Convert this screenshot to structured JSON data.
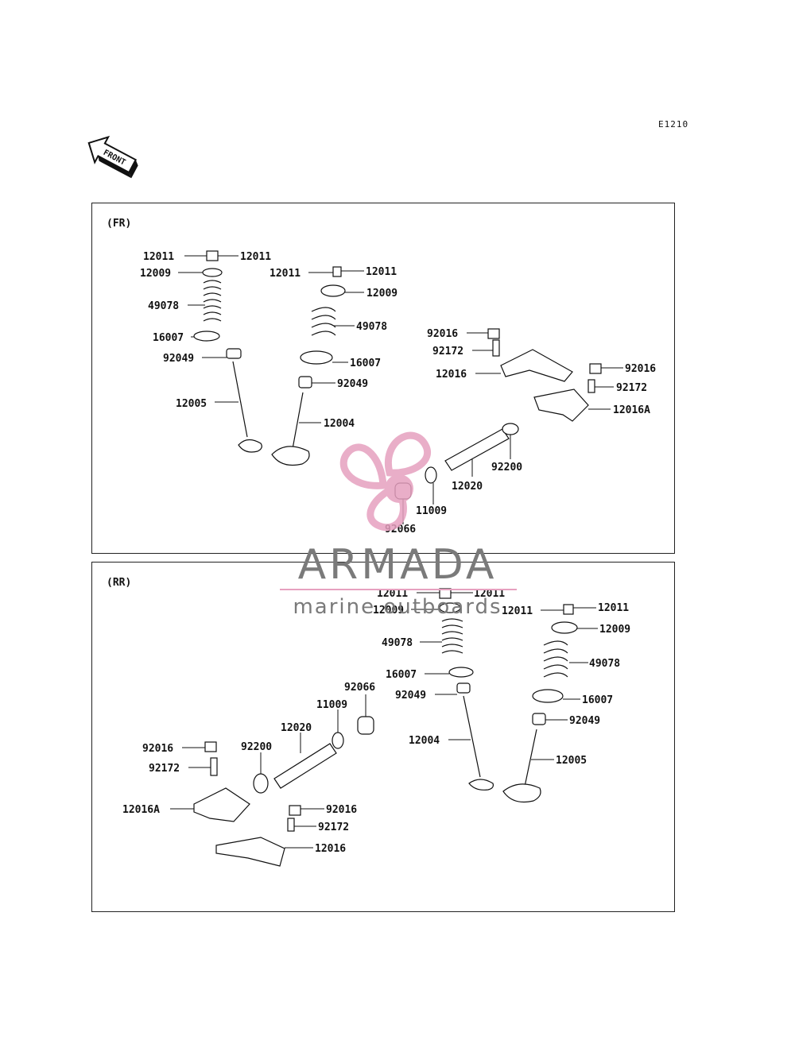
{
  "diagram_code": "E1210",
  "front_arrow": {
    "label": "FRONT",
    "icon": "front-arrow-icon"
  },
  "watermark": {
    "brand": "ARMADA",
    "tagline": "marine outboards",
    "logo_icon": "propeller-logo-icon",
    "logo_color": "#e6a0bf",
    "text_color": "#7a7a7a"
  },
  "panels": {
    "fr": {
      "title": "(FR)",
      "labels": [
        "12011",
        "12011",
        "12009",
        "49078",
        "16007",
        "92049",
        "12005",
        "12011",
        "12011",
        "12009",
        "49078",
        "16007",
        "92049",
        "12004",
        "92016",
        "92172",
        "12016",
        "92016",
        "92172",
        "12016A",
        "92200",
        "12020",
        "11009",
        "92066"
      ]
    },
    "rr": {
      "title": "(RR)",
      "labels": [
        "12011",
        "12011",
        "12009",
        "49078",
        "16007",
        "92049",
        "12004",
        "12011",
        "12011",
        "12009",
        "49078",
        "16007",
        "92049",
        "12005",
        "92066",
        "11009",
        "12020",
        "92200",
        "92016",
        "92172",
        "12016A",
        "92016",
        "92172",
        "12016"
      ]
    }
  }
}
